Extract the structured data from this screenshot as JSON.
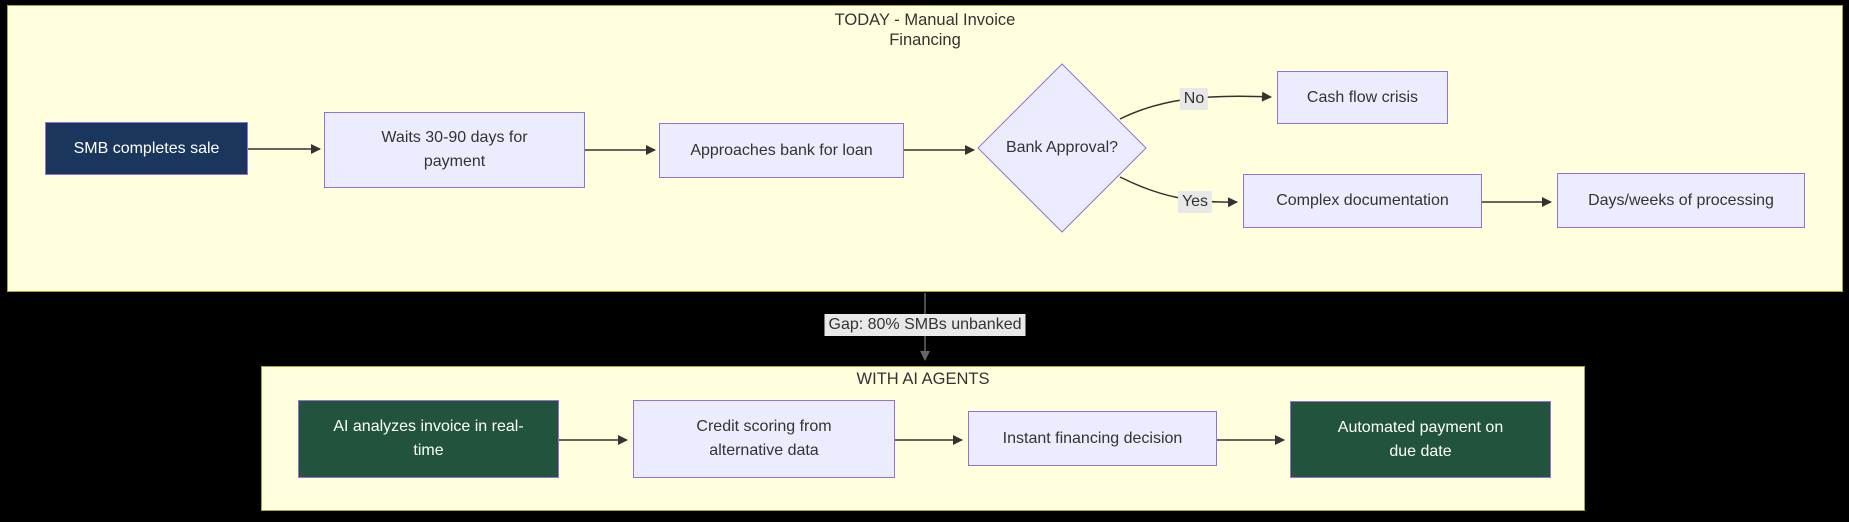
{
  "diagram": {
    "subgraph_today": {
      "title_line1": "TODAY - Manual Invoice",
      "title_line2": "Financing",
      "nodes": {
        "smb": "SMB completes sale",
        "waits": "Waits 30-90 days for payment",
        "approaches": "Approaches bank for loan",
        "bank_approval": "Bank Approval?",
        "cash_flow_crisis": "Cash flow crisis",
        "complex_documentation": "Complex documentation",
        "days_weeks_processing": "Days/weeks of processing"
      },
      "edge_labels": {
        "no": "No",
        "yes": "Yes"
      }
    },
    "gap_label": "Gap: 80% SMBs unbanked",
    "subgraph_ai": {
      "title": "WITH AI AGENTS",
      "nodes": {
        "ai_analyzes": "AI analyzes invoice in real-time",
        "credit_scoring": "Credit scoring from alternative data",
        "instant_decision": "Instant financing decision",
        "automated_payment": "Automated payment on due date"
      }
    },
    "colors": {
      "canvas_bg": "#000000",
      "subgraph_fill": "#ffffde",
      "subgraph_border": "#aaaa33",
      "node_fill": "#ececff",
      "node_border": "#9370db",
      "highlight_blue_fill": "#1a365d",
      "highlight_green_fill": "#22543d",
      "node_text": "#333333",
      "highlight_text": "#ffffff",
      "edge_stroke": "#333333",
      "gap_edge_stroke": "#666666",
      "edge_label_bg": "#e8e8e8"
    }
  }
}
